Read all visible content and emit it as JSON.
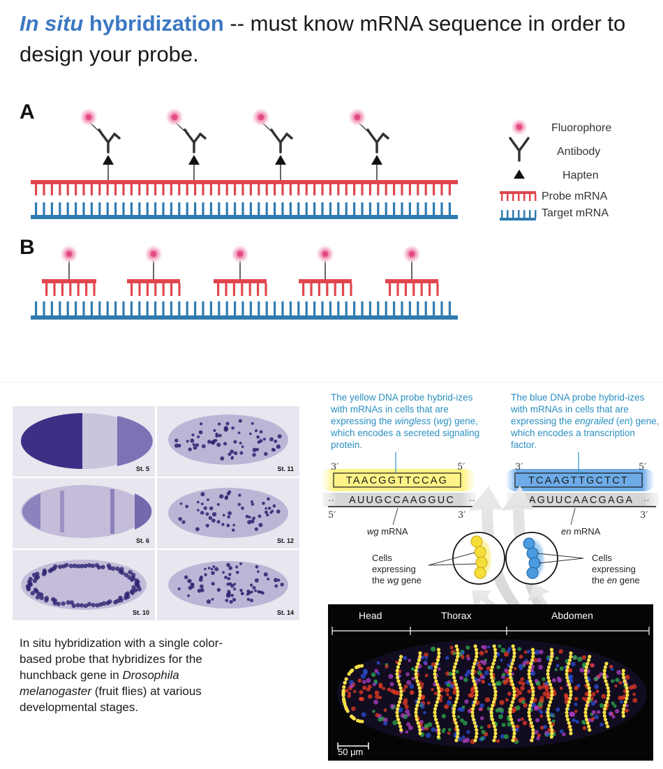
{
  "title": {
    "italic": "In situ",
    "bold": "hybridization",
    "rest": "-- must know mRNA sequence in order to design your probe."
  },
  "panel_a": {
    "label": "A",
    "legend": {
      "fluorophore": "Fluorophore",
      "antibody": "Antibody",
      "hapten": "Hapten",
      "probe": "Probe mRNA",
      "target": "Target mRNA"
    }
  },
  "panel_b": {
    "label": "B"
  },
  "stages": [
    "St. 5",
    "St. 11",
    "St. 6",
    "St. 12",
    "St. 10",
    "St. 14"
  ],
  "left_caption": {
    "line1": "In situ hybridization with a single color-based probe that hybridizes for the hunchback gene in ",
    "species": "Drosophila melanogaster",
    "line2": " (fruit flies) at various developmental stages."
  },
  "yellow_note": {
    "pre": "The yellow DNA probe hybrid-izes with mRNAs in cells that are expressing the ",
    "gene": "wingless",
    "mid": " (",
    "abbr": "wg",
    "post": ") gene, which encodes a secreted signaling protein."
  },
  "blue_note": {
    "pre": "The blue DNA probe hybrid-izes with mRNAs in cells that are expressing the ",
    "gene": "engrailed",
    "mid": " (",
    "abbr": "en",
    "post": ") gene, which encodes a transcription factor."
  },
  "wg": {
    "probe": "TAACGGTTCCAG",
    "mrna": "AUUGCCAAGGUC",
    "probe_left": "3′",
    "probe_right": "5′",
    "mrna_left": "5′",
    "mrna_right": "3′",
    "mrna_label_gene": "wg",
    "mrna_label_word": " mRNA",
    "cells_1": "Cells",
    "cells_2": "expressing",
    "cells_3_pre": "the ",
    "cells_3_gene": "wg",
    "cells_3_post": " gene"
  },
  "en": {
    "probe": "TCAAGTTGCTCT",
    "mrna": "AGUUCAACGAGA",
    "probe_left": "3′",
    "probe_right": "5′",
    "mrna_left": "5′",
    "mrna_right": "3′",
    "mrna_label_gene": "en",
    "mrna_label_word": " mRNA",
    "cells_1": "Cells",
    "cells_2": "expressing",
    "cells_3_pre": "the ",
    "cells_3_gene": "en",
    "cells_3_post": " gene"
  },
  "embryo_regions": [
    "Head",
    "Thorax",
    "Abdomen"
  ],
  "scale_bar": "50 μm",
  "colors": {
    "title_blue": "#3b78c2",
    "probe_red": "#e0474c",
    "target_blue": "#2f7bb0",
    "fluor_pink": "#e24b83",
    "note_blue": "#2a8fc1",
    "yellow": "#f7e04a",
    "cell_blue": "#3d8fd6"
  }
}
